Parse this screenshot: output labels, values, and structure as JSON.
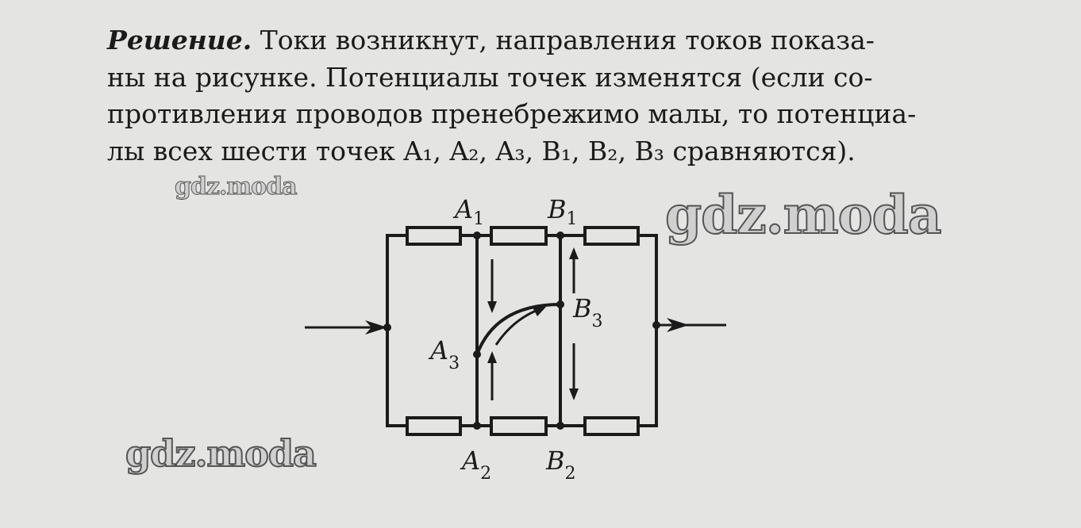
{
  "solution": {
    "heading": "Решение.",
    "lines": [
      " Токи возникнут, направления токов показа-",
      "ны на рисунке. Потенциалы точек изменятся (если со-",
      "противления проводов пренебрежимо малы, то потенциа-",
      "лы всех шести точек A₁, A₂, A₃, B₁, B₂, B₃ сравняются)."
    ]
  },
  "watermarks": [
    "gdz.moda",
    "gdz.moda",
    "gdz.moda"
  ],
  "circuit": {
    "nodes": {
      "A1": {
        "letter": "A",
        "index": "1"
      },
      "A2": {
        "letter": "A",
        "index": "2"
      },
      "A3": {
        "letter": "A",
        "index": "3"
      },
      "B1": {
        "letter": "B",
        "index": "1"
      },
      "B2": {
        "letter": "B",
        "index": "2"
      },
      "B3": {
        "letter": "B",
        "index": "3"
      }
    }
  }
}
